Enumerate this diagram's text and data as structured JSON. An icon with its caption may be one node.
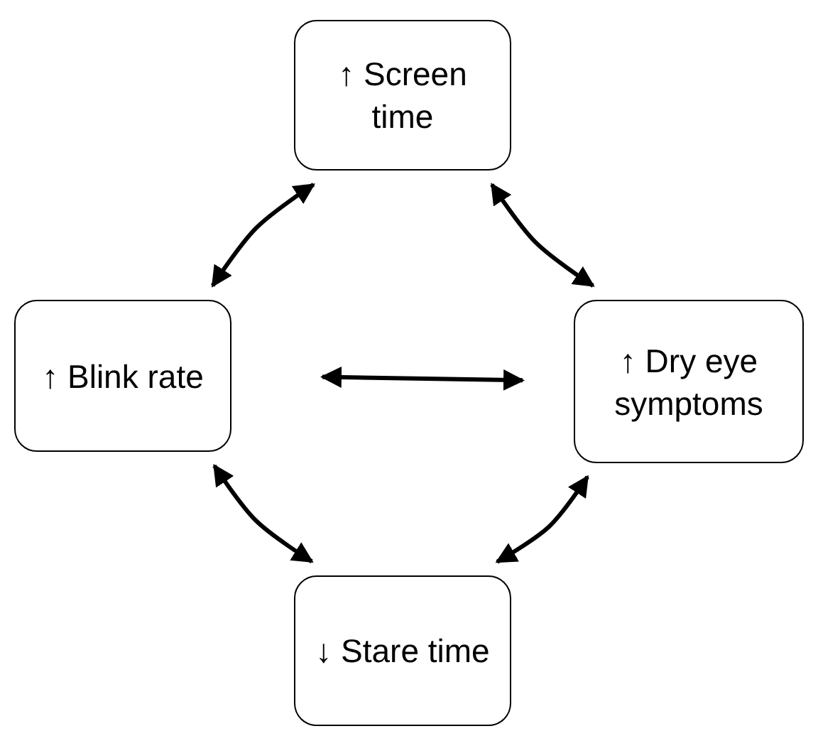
{
  "diagram": {
    "nodes": [
      {
        "text": [
          "↑ Screen time"
        ]
      },
      {
        "text": [
          "↑ Blink rate"
        ]
      },
      {
        "text": [
          "↑ Dry eye symptoms"
        ]
      },
      {
        "text": [
          "↓ Stare time"
        ]
      }
    ],
    "edges": [
      {
        "from": 0,
        "to": 1,
        "arrow": "both"
      },
      {
        "from": 0,
        "to": 2,
        "arrow": "both"
      },
      {
        "from": 1,
        "to": 2,
        "arrow": "both"
      },
      {
        "from": 1,
        "to": 3,
        "arrow": "both"
      },
      {
        "from": 3,
        "to": 2,
        "arrow": "both"
      }
    ]
  }
}
